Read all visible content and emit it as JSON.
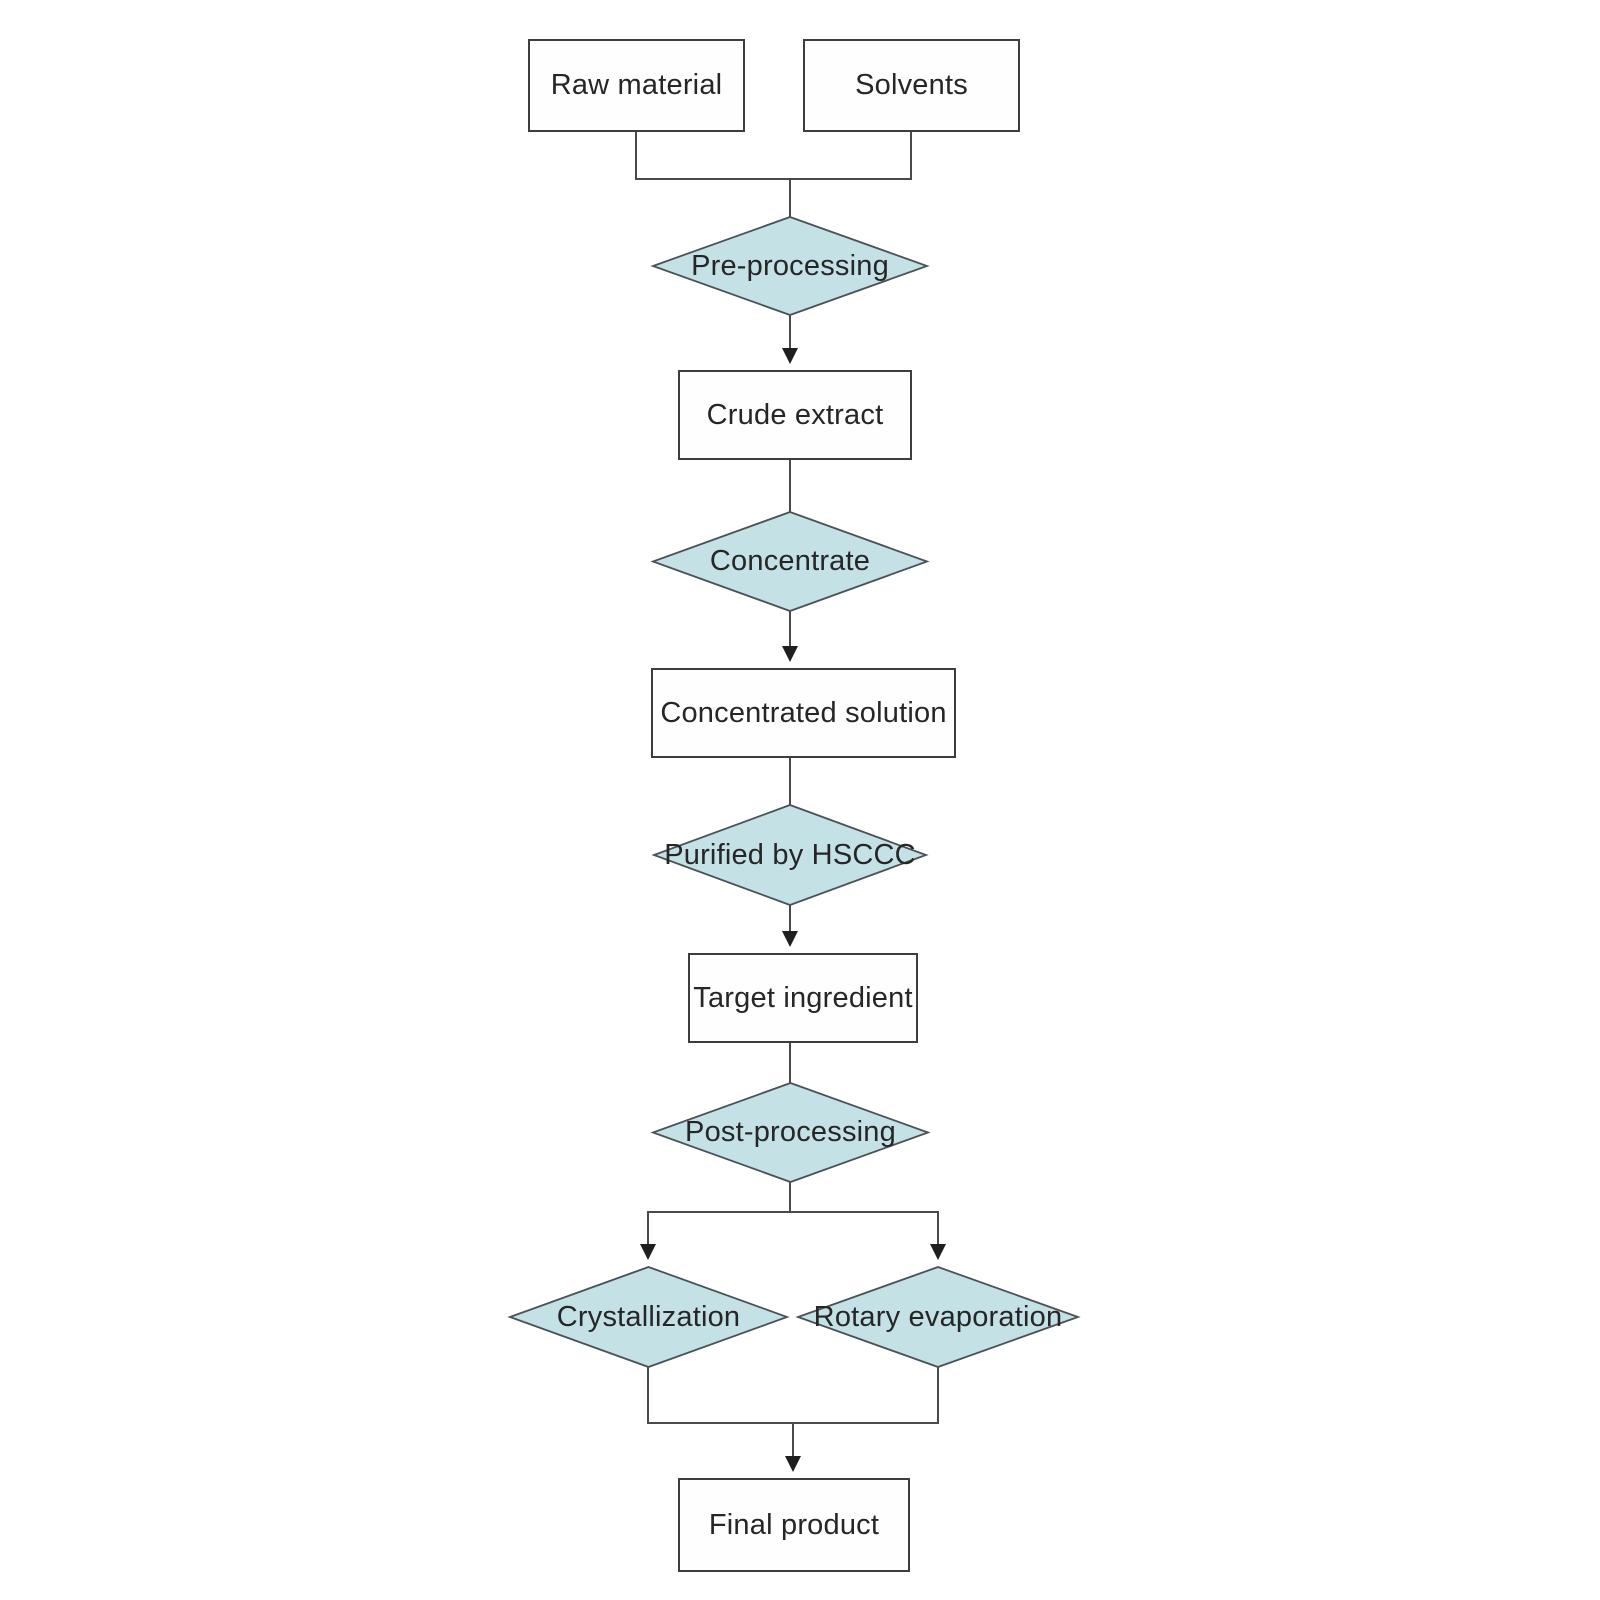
{
  "diagram": {
    "nodes": {
      "raw_material": "Raw material",
      "solvents": "Solvents",
      "pre_processing": "Pre-processing",
      "crude_extract": "Crude extract",
      "concentrate": "Concentrate",
      "concentrated_solution": "Concentrated solution",
      "purified_by_hsccc": "Purified by HSCCC",
      "target_ingredient": "Target ingredient",
      "post_processing": "Post-processing",
      "crystallization": "Crystallization",
      "rotary_evaporation": "Rotary evaporation",
      "final_product": "Final product"
    },
    "colors": {
      "background": "#ffffff",
      "box_fill": "#fefefe",
      "box_border": "#3d3d3d",
      "diamond_fill": "#c4e1e6",
      "diamond_border": "#4b5257",
      "line": "#4a4a4a",
      "arrow": "#1f1f1f",
      "text": "#262626"
    }
  }
}
